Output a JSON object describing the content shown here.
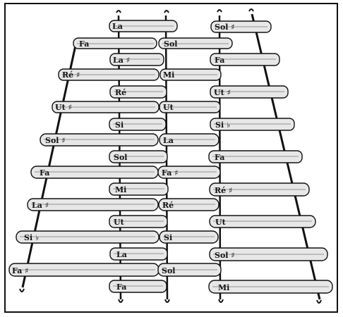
{
  "colors": {
    "ink": "#111111",
    "paper": "#ffffff",
    "bar_fill": "#e7e7e7",
    "bar_shade": "#bdbdbd"
  },
  "illustration": {
    "left_bars": [
      "Fa",
      "Ré ♯",
      "Ut ♯",
      "Sol ♯",
      "Fa",
      "La ♯",
      "Si ♭",
      "Fa ♯"
    ],
    "middle_bars": [
      "La",
      "La ♯",
      "Ré",
      "Si",
      "Sol",
      "Mi",
      "Ut",
      "La",
      "Fa"
    ],
    "middle_right_bars": [
      "Sol",
      "Mi",
      "Ut",
      "La",
      "Fa ♯",
      "Ré",
      "Si",
      "Sol"
    ],
    "right_bars": [
      "Sol ♯",
      "Fa",
      "Ut ♯",
      "Si ♭",
      "Fa",
      "Ré ♯",
      "Ut",
      "Sol ♯",
      "Mi"
    ]
  }
}
